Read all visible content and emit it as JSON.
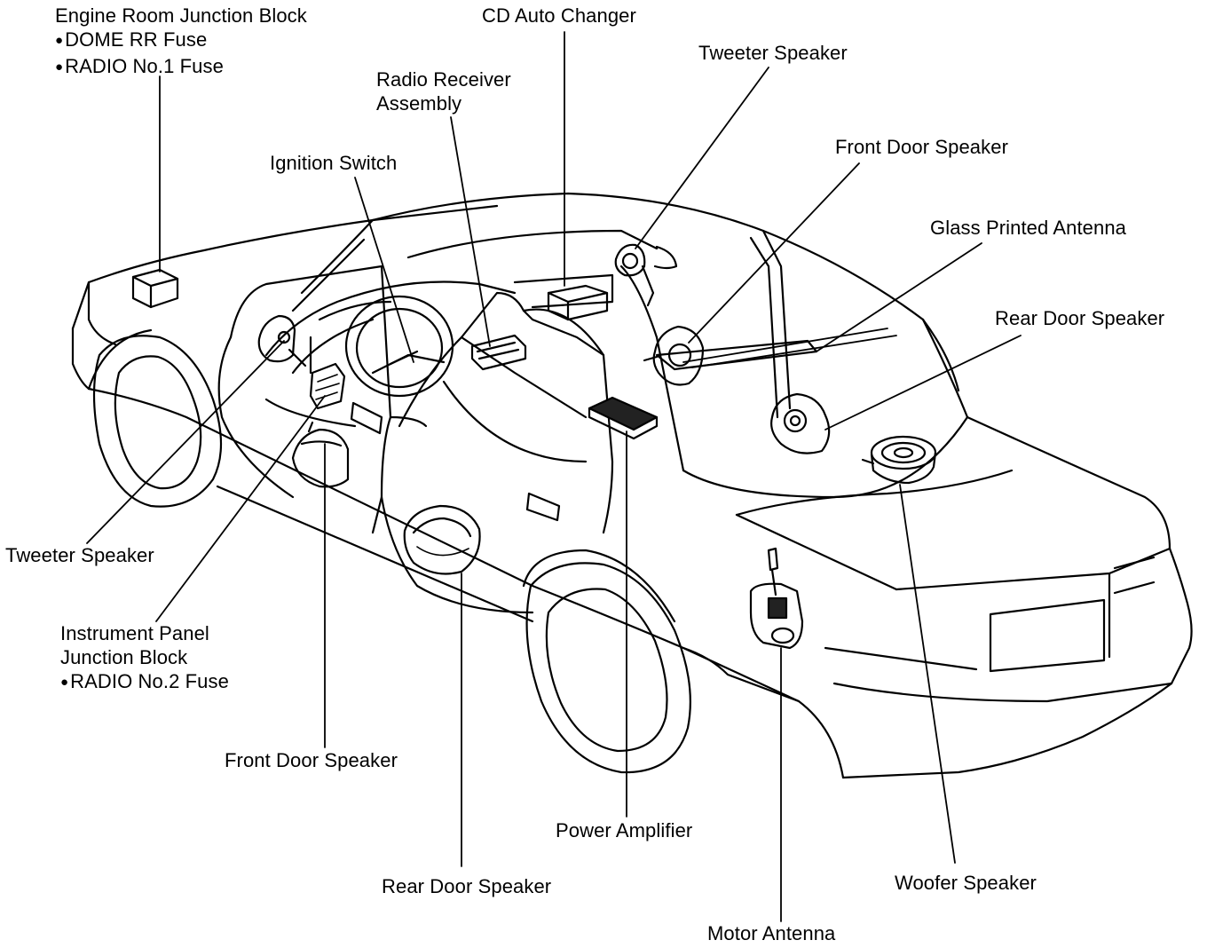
{
  "colors": {
    "line": "#000000",
    "background": "#ffffff",
    "fill_dark": "#222222"
  },
  "labels": {
    "engine_room": {
      "title": "Engine Room Junction Block",
      "fuse1": "DOME RR Fuse",
      "fuse2": "RADIO No.1 Fuse"
    },
    "cd_auto_changer": "CD Auto Changer",
    "tweeter_speaker_right": "Tweeter Speaker",
    "radio_receiver": {
      "line1": "Radio Receiver",
      "line2": "Assembly"
    },
    "front_door_speaker_right": "Front Door Speaker",
    "ignition_switch": "Ignition Switch",
    "glass_printed_antenna": "Glass Printed Antenna",
    "rear_door_speaker_right": "Rear Door Speaker",
    "tweeter_speaker_left": "Tweeter Speaker",
    "instrument_panel": {
      "line1": "Instrument Panel",
      "line2": "Junction Block",
      "fuse": "RADIO No.2 Fuse"
    },
    "front_door_speaker_bottom": "Front Door Speaker",
    "power_amplifier": "Power Amplifier",
    "rear_door_speaker_bottom": "Rear Door Speaker",
    "woofer_speaker": "Woofer Speaker",
    "motor_antenna": "Motor Antenna"
  }
}
